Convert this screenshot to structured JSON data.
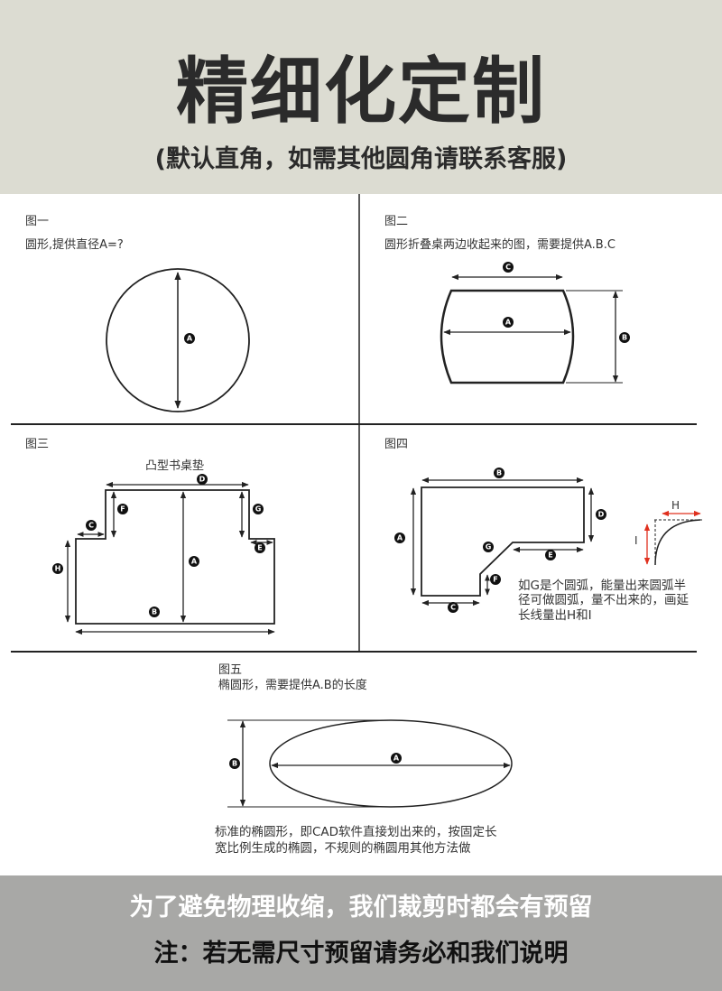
{
  "header": {
    "title": "精细化定制",
    "subtitle": "(默认直角，如需其他圆角请联系客服)"
  },
  "fig1": {
    "name": "图一",
    "desc": "圆形,提供直径A=?",
    "label_a": "A"
  },
  "fig2": {
    "name": "图二",
    "desc": "圆形折叠桌两边收起来的图，需要提供A.B.C",
    "label_a": "A",
    "label_b": "B",
    "label_c": "C"
  },
  "fig3": {
    "name": "图三",
    "caption": "凸型书桌垫",
    "label_a": "A",
    "label_b": "B",
    "label_c": "C",
    "label_d": "D",
    "label_e": "E",
    "label_f": "F",
    "label_g": "G",
    "label_h": "H"
  },
  "fig4": {
    "name": "图四",
    "label_a": "A",
    "label_b": "B",
    "label_c": "C",
    "label_d": "D",
    "label_e": "E",
    "label_f": "F",
    "label_g": "G",
    "inset_h": "H",
    "inset_i": "I",
    "note_line1": "如G是个圆弧，能量出来圆弧半",
    "note_line2": "径可做圆弧，量不出来的，画延",
    "note_line3": "长线量出H和I"
  },
  "fig5": {
    "name": "图五",
    "desc": "椭圆形，需要提供A.B的长度",
    "label_a": "A",
    "label_b": "B",
    "note_line1": "标准的椭圆形，即CAD软件直接划出来的，按固定长",
    "note_line2": "宽比例生成的椭圆，不规则的椭圆用其他方法做"
  },
  "footer": {
    "line1": "为了避免物理收缩，我们裁剪时都会有预留",
    "line2": "注：若无需尺寸预留请务必和我们说明"
  },
  "colors": {
    "header_bg": "#dcdcd2",
    "footer_bg": "#a8a8a6",
    "inset_red": "#e0301e"
  }
}
